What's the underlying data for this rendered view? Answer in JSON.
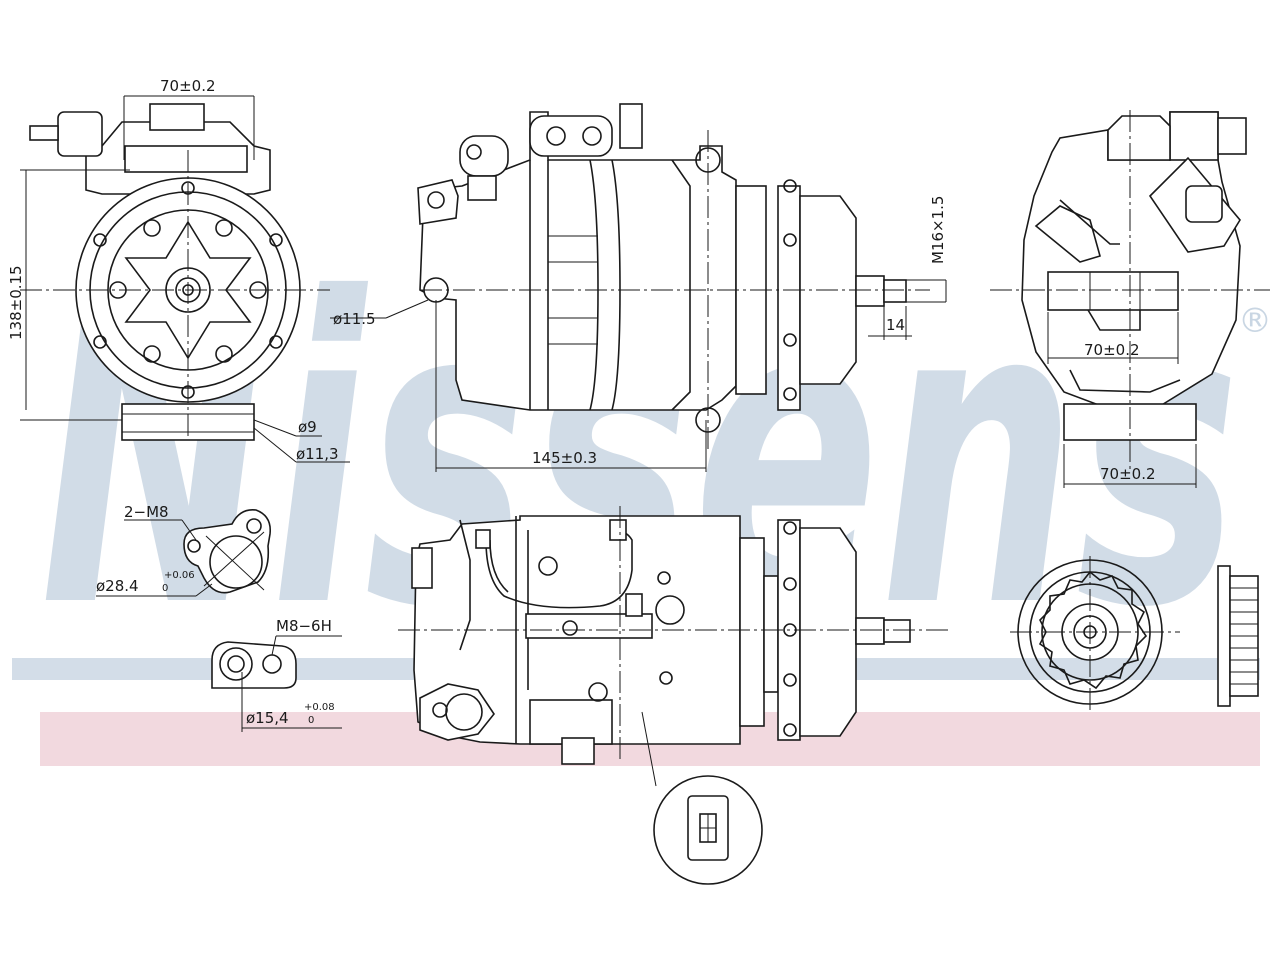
{
  "brand": {
    "watermark": "Nissens",
    "registered_mark": "®",
    "watermark_color": "#c9d6e3",
    "band_blue": "#d3dde8",
    "band_pink": "#f2d9df"
  },
  "dimensions": {
    "front_width": "70±0.2",
    "front_height": "138±0.15",
    "mount_bore_a": "ø9",
    "mount_bore_b": "ø11,3",
    "side_bore": "ø11.5",
    "body_length": "145±0.3",
    "shaft_thread": "M16×1.5",
    "shaft_length": "14",
    "rear_width_upper": "70±0.2",
    "rear_width_lower": "70±0.2",
    "port_a_thread": "2−M8",
    "port_a_bore": "ø28.4",
    "port_a_tol_plus": "+0.06",
    "port_a_tol_zero": "0",
    "port_b_thread": "M8−6H",
    "port_b_bore": "ø15,4",
    "port_b_tol_plus": "+0.08",
    "port_b_tol_zero": "0"
  }
}
